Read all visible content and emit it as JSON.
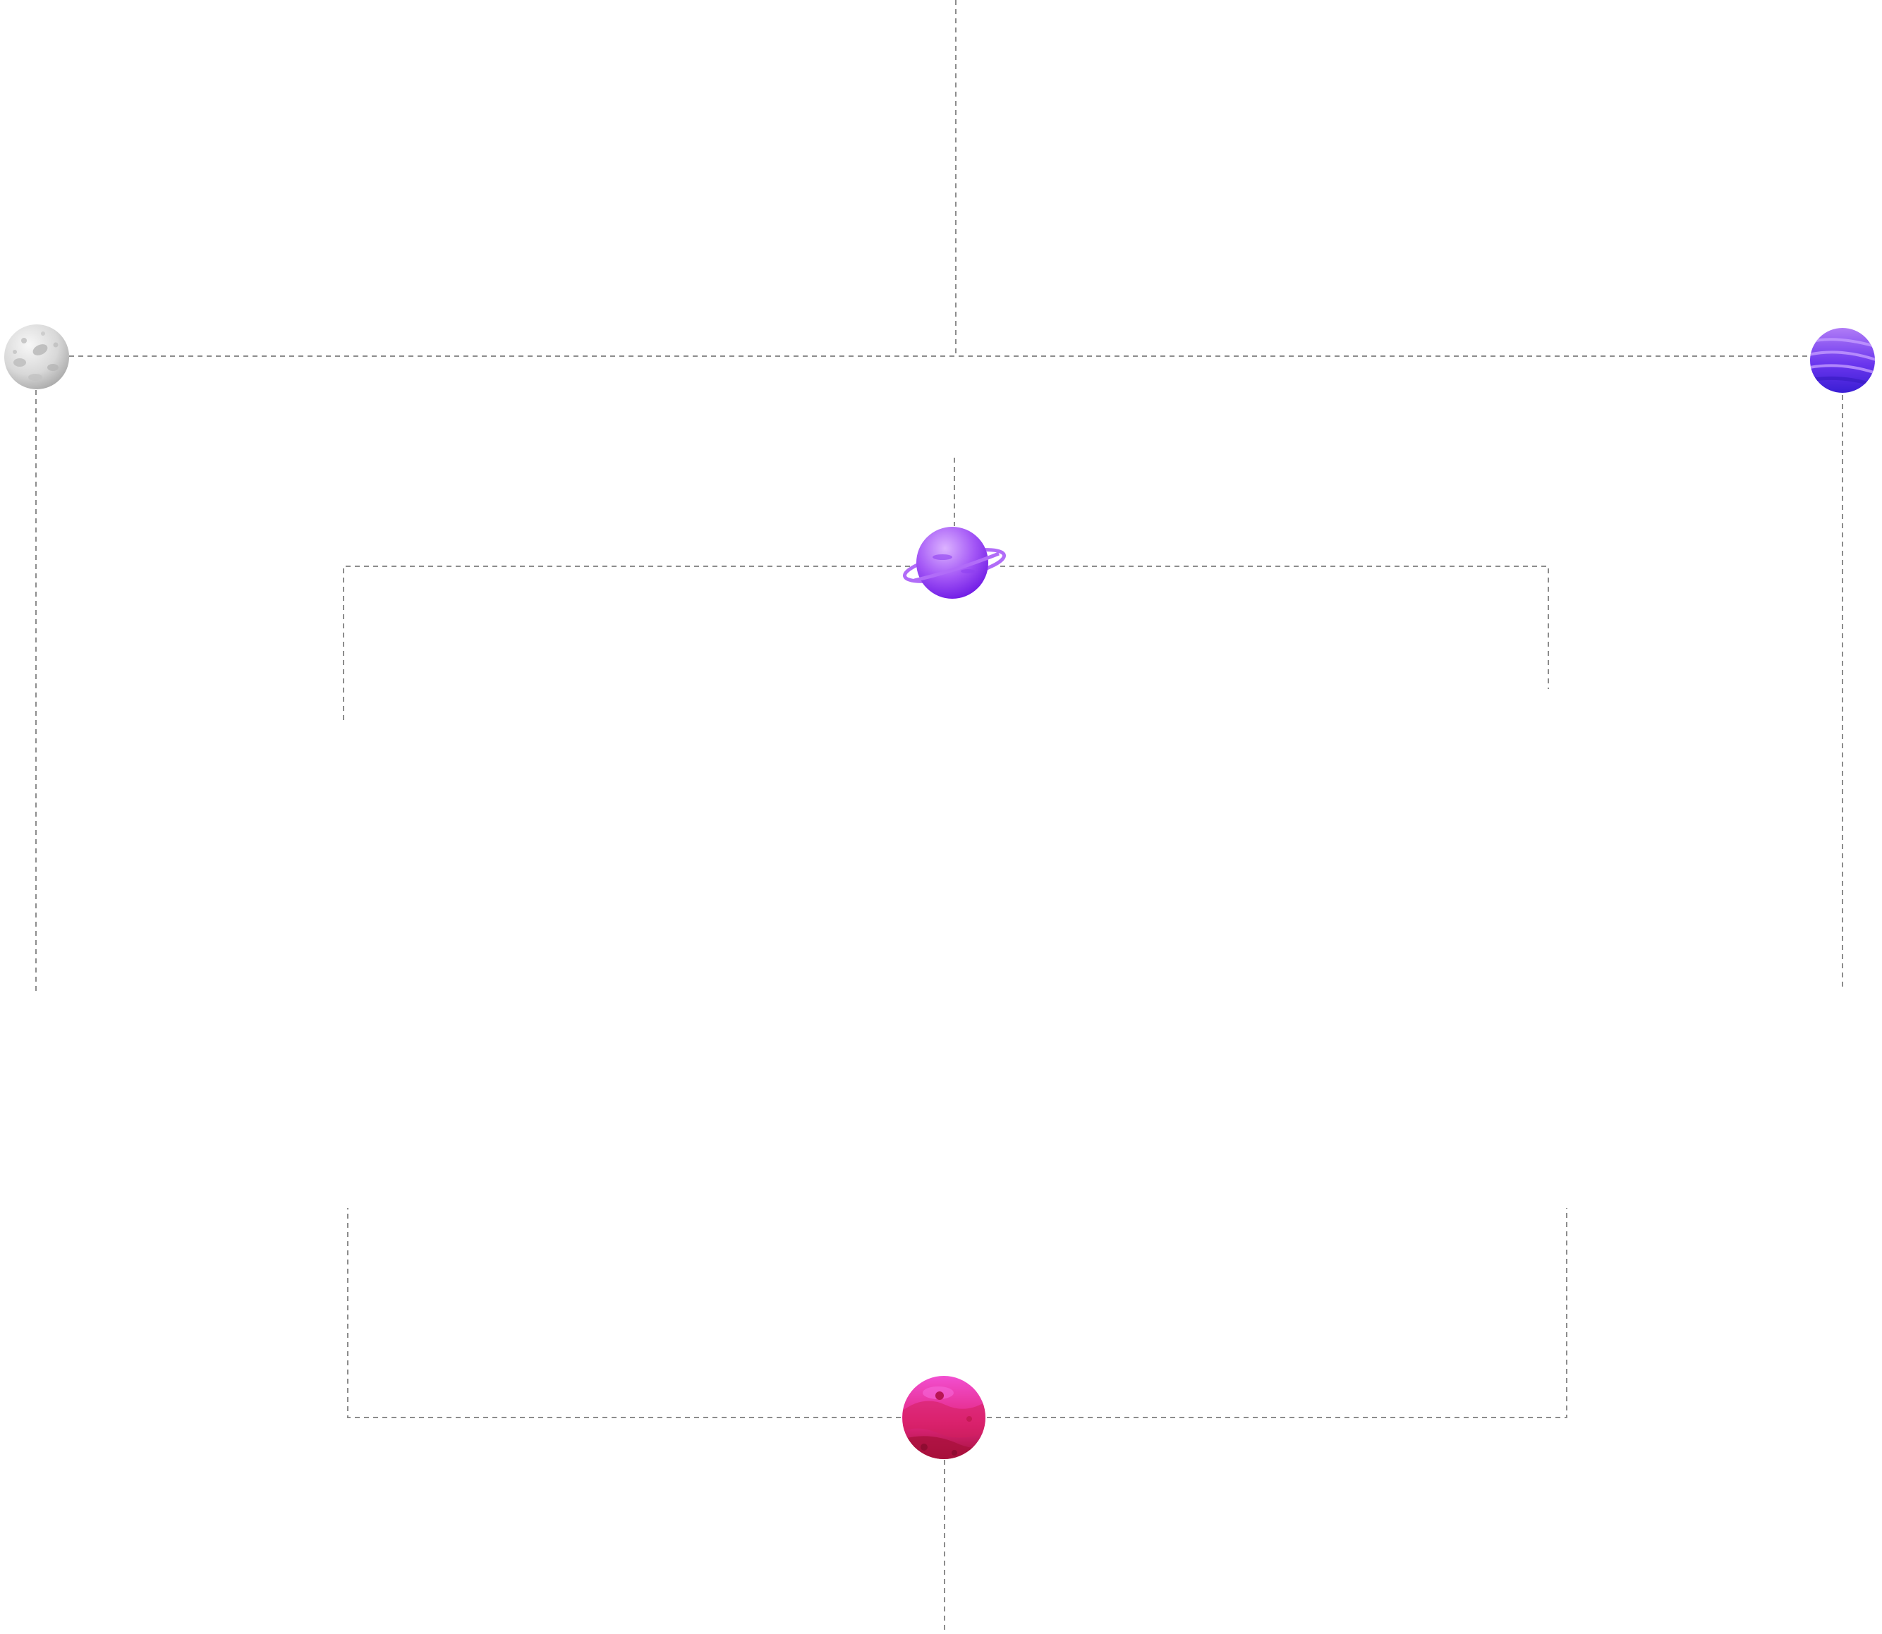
{
  "diagram": {
    "background_color": "#ffffff",
    "connector_color": "#8c8c8c",
    "connector_style": "dashed",
    "nodes": [
      {
        "id": "grey-moon",
        "icon": "grey-moon-icon",
        "colors": [
          "#f2f2f2",
          "#d0d0d0",
          "#a8a8a8"
        ]
      },
      {
        "id": "striped-violet-planet",
        "icon": "striped-planet-icon",
        "colors": [
          "#a56cf5",
          "#6a35ee",
          "#3e1fd6"
        ]
      },
      {
        "id": "ringed-purple-planet",
        "icon": "ringed-planet-icon",
        "colors": [
          "#d6a8ff",
          "#a052f7",
          "#6d17e6"
        ]
      },
      {
        "id": "magenta-planet",
        "icon": "magenta-planet-icon",
        "colors": [
          "#f046c8",
          "#e4258a",
          "#a5113a"
        ]
      }
    ],
    "connectors": [
      "top-stem",
      "top-bar",
      "left-drop",
      "right-drop",
      "inner-stem",
      "inner-bracket-left",
      "inner-bracket-right",
      "bottom-bracket-left",
      "bottom-bracket-right",
      "bottom-stem"
    ]
  }
}
